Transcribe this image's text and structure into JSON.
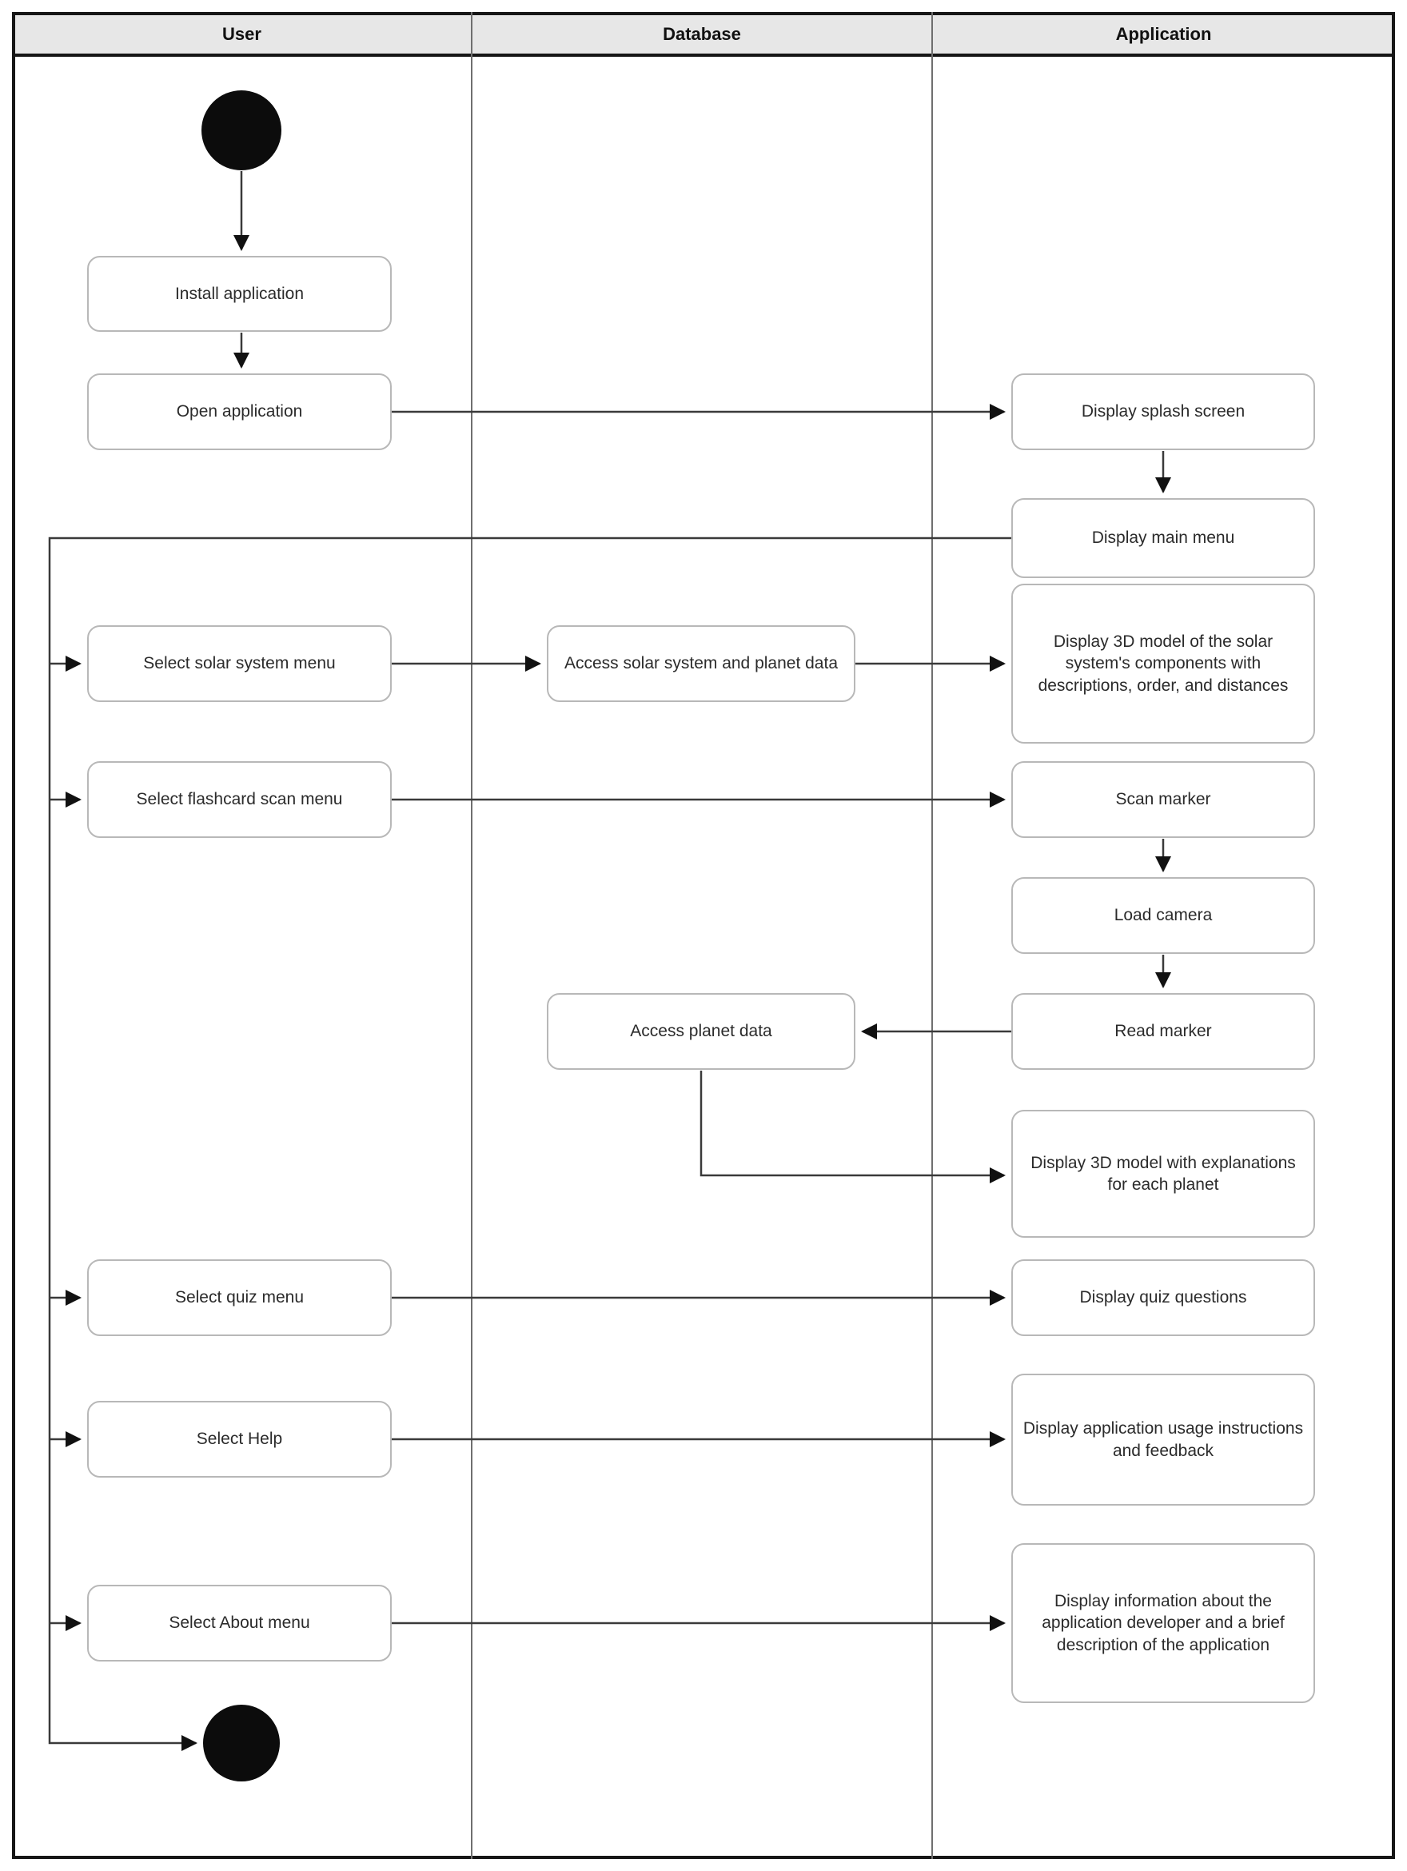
{
  "lanes": {
    "user": {
      "label": "User"
    },
    "database": {
      "label": "Database"
    },
    "application": {
      "label": "Application"
    }
  },
  "nodes": {
    "install": {
      "label": "Install application"
    },
    "open": {
      "label": "Open application"
    },
    "select_solar": {
      "label": "Select solar system menu"
    },
    "select_flashcard": {
      "label": "Select flashcard scan menu"
    },
    "select_quiz": {
      "label": "Select quiz menu"
    },
    "select_help": {
      "label": "Select Help"
    },
    "select_about": {
      "label": "Select About menu"
    },
    "access_solar": {
      "label": "Access solar system and planet data"
    },
    "access_planet": {
      "label": "Access planet data"
    },
    "splash": {
      "label": "Display splash screen"
    },
    "main_menu": {
      "label": "Display main menu"
    },
    "model_solar": {
      "label": "Display 3D model of the solar system's components with descriptions, order, and distances"
    },
    "scan_marker": {
      "label": "Scan marker"
    },
    "load_camera": {
      "label": "Load camera"
    },
    "read_marker": {
      "label": "Read marker"
    },
    "model_explanations": {
      "label": "Display 3D model with explanations for each planet"
    },
    "quiz_questions": {
      "label": "Display quiz questions"
    },
    "usage_instructions": {
      "label": "Display application usage instructions and feedback"
    },
    "about_info": {
      "label": "Display information about the application developer and a brief description of the application"
    }
  },
  "colors": {
    "header_bg": "#e7e7e7",
    "frame_border": "#161616",
    "lane_line": "#6f6f6f",
    "node_border": "#b8b8b8",
    "node_fill": "#ffffff",
    "edge": "#3a3a3a",
    "terminal_fill": "#0c0c0c"
  }
}
